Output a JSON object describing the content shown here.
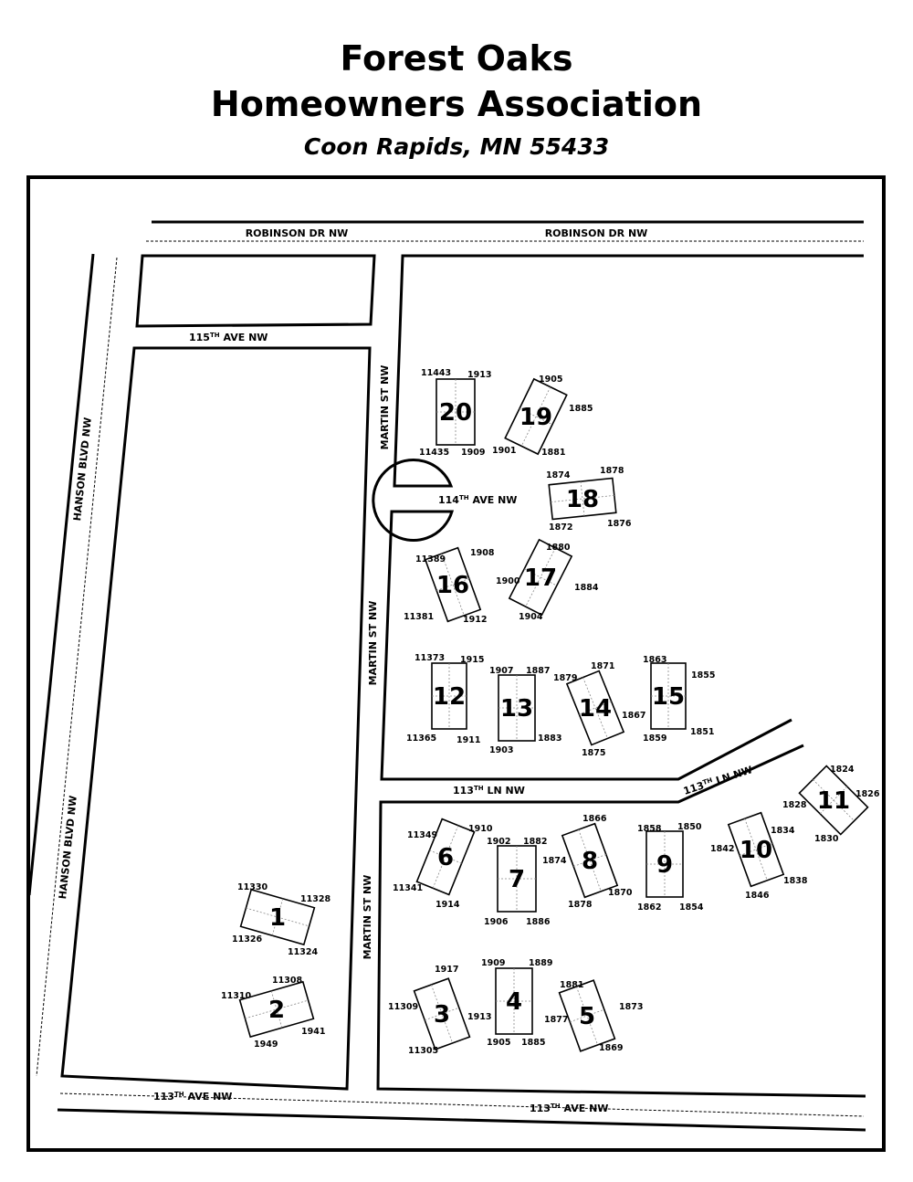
{
  "header": {
    "title_line1": "Forest Oaks",
    "title_line2": "Homeowners Association",
    "subtitle": "Coon Rapids, MN 55433"
  },
  "roads": {
    "robinson_left": "ROBINSON DR NW",
    "robinson_right": "ROBINSON DR NW",
    "ave115_pre": "115",
    "ave115_sup": "TH",
    "ave115_post": " AVE NW",
    "ave114_pre": "114",
    "ave114_sup": "TH",
    "ave114_post": " AVE NW",
    "martin_top": "MARTIN ST NW",
    "martin_mid": "MARTIN ST NW",
    "martin_bot": "MARTIN ST NW",
    "hanson_top": "HANSON BLVD NW",
    "hanson_bot": "HANSON BLVD NW",
    "ln113_pre": "113",
    "ln113_sup": "TH",
    "ln113_post": " LN NW",
    "ln113b_pre": "113",
    "ln113b_sup": "TH",
    "ln113b_post": " LN NW",
    "ave113a_pre": "113",
    "ave113a_sup": "TH",
    "ave113a_post": " AVE NW",
    "ave113b_pre": "113",
    "ave113b_sup": "TH",
    "ave113b_post": " AVE NW"
  },
  "buildings": [
    {
      "num": "1",
      "addresses": [
        "11330",
        "11328",
        "11326",
        "11324"
      ]
    },
    {
      "num": "2",
      "addresses": [
        "11308",
        "11310",
        "1949",
        "1941"
      ]
    },
    {
      "num": "3",
      "addresses": [
        "1917",
        "11309",
        "1913",
        "11305"
      ]
    },
    {
      "num": "4",
      "addresses": [
        "1909",
        "1889",
        "1905",
        "1885"
      ]
    },
    {
      "num": "5",
      "addresses": [
        "1881",
        "1873",
        "1877",
        "1869"
      ]
    },
    {
      "num": "6",
      "addresses": [
        "11349",
        "1910",
        "11341",
        "1914"
      ]
    },
    {
      "num": "7",
      "addresses": [
        "1902",
        "1882",
        "1906",
        "1886"
      ]
    },
    {
      "num": "8",
      "addresses": [
        "1866",
        "1874",
        "1870",
        "1878"
      ]
    },
    {
      "num": "9",
      "addresses": [
        "1858",
        "1850",
        "1862",
        "1854"
      ]
    },
    {
      "num": "10",
      "addresses": [
        "1842",
        "1834",
        "1838",
        "1846"
      ]
    },
    {
      "num": "11",
      "addresses": [
        "1824",
        "1826",
        "1828",
        "1830"
      ]
    },
    {
      "num": "12",
      "addresses": [
        "11373",
        "1915",
        "11365",
        "1911"
      ]
    },
    {
      "num": "13",
      "addresses": [
        "1907",
        "1887",
        "1903",
        "1883"
      ]
    },
    {
      "num": "14",
      "addresses": [
        "1871",
        "1879",
        "1867",
        "1875"
      ]
    },
    {
      "num": "15",
      "addresses": [
        "1863",
        "1855",
        "1859",
        "1851"
      ]
    },
    {
      "num": "16",
      "addresses": [
        "11389",
        "1908",
        "11381",
        "1912"
      ]
    },
    {
      "num": "17",
      "addresses": [
        "1880",
        "1900",
        "1884",
        "1904"
      ]
    },
    {
      "num": "18",
      "addresses": [
        "1874",
        "1878",
        "1872",
        "1876"
      ]
    },
    {
      "num": "19",
      "addresses": [
        "1905",
        "1885",
        "1901",
        "1881"
      ]
    },
    {
      "num": "20",
      "addresses": [
        "11443",
        "1913",
        "11435",
        "1909"
      ]
    }
  ]
}
